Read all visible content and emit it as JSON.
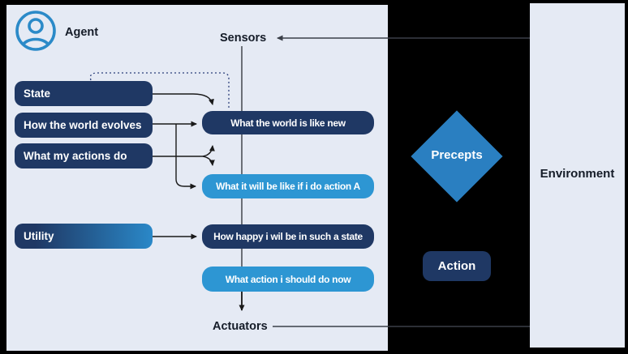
{
  "agent": {
    "label": "Agent",
    "sensors_label": "Sensors",
    "actuators_label": "Actuators",
    "state_label": "State",
    "world_evolves_label": "How the world evolves",
    "actions_do_label": "What my actions do",
    "utility_label": "Utility",
    "world_like_new_label": "What the world is like new",
    "like_if_action_label": "What it will be like if i do action A",
    "how_happy_label": "How happy i wil be in such a state",
    "what_action_label": "What action i should do now"
  },
  "interface": {
    "precepts_label": "Precepts",
    "action_label": "Action"
  },
  "environment": {
    "label": "Environment"
  },
  "icons": {
    "agent": "person-circle-icon"
  },
  "colors": {
    "background": "#000000",
    "panel": "#e5eaf4",
    "navy_box": "#1f3864",
    "blue_box": "#2d96d3",
    "diamond": "#2a7fc1",
    "icon_blue": "#2b8ac8",
    "label_text": "#151c28",
    "box_text": "#ffffff",
    "dotted_line": "#2b3f7a"
  }
}
